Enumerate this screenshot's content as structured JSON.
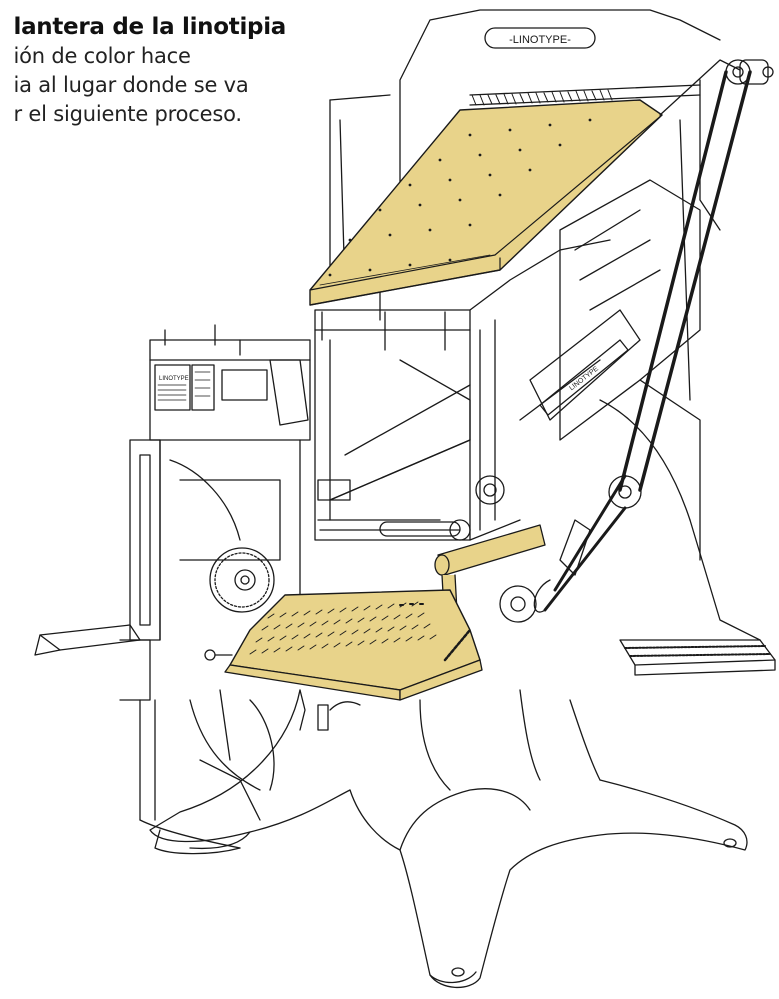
{
  "caption": {
    "title": "lantera de la linotipia",
    "lines": [
      "ión de color hace",
      "ia al lugar donde se va",
      "r el siguiente proceso."
    ]
  },
  "machine": {
    "top_nameplate": "-LINOTYPE-",
    "side_nameplate": "LINOTYPE",
    "label_block": "LINOTYPE"
  },
  "colors": {
    "highlight": "#E8D38A",
    "line": "#1a1a1a",
    "background": "#ffffff"
  }
}
